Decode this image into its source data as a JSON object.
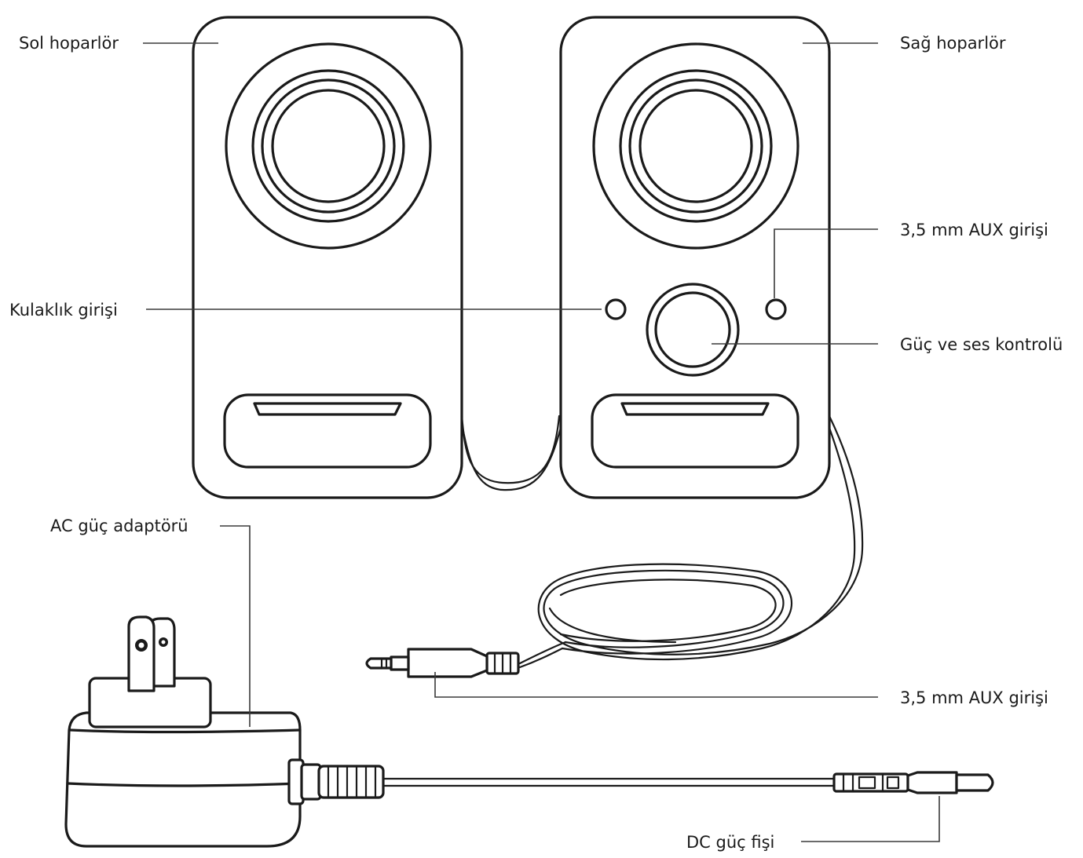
{
  "diagram": {
    "labels": {
      "left_speaker": "Sol hoparlör",
      "right_speaker": "Sağ hoparlör",
      "aux_input_port": "3,5 mm AUX  girişi",
      "headphone_jack": "Kulaklık girişi",
      "power_volume_control": "Güç ve ses kontrolü",
      "ac_adapter": "AC güç adaptörü",
      "aux_plug": "3,5 mm AUX girişi",
      "dc_plug": "DC güç fişi"
    },
    "colors": {
      "ink": "#1a1a1a",
      "background": "#ffffff"
    }
  }
}
